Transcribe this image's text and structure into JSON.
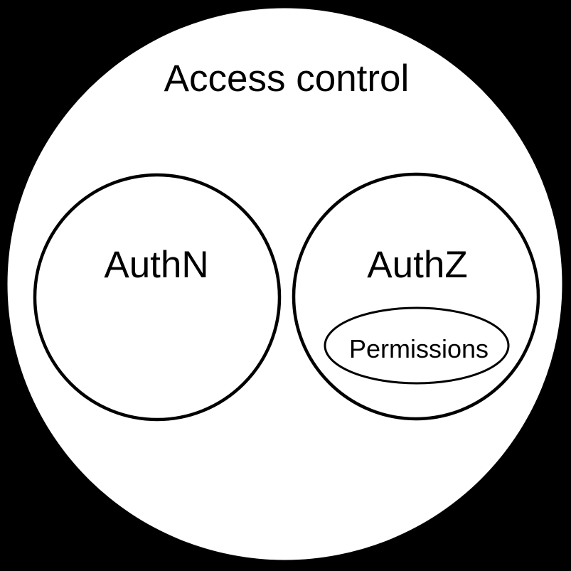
{
  "diagram": {
    "type": "euler-venn",
    "description": "Access control concepts: AuthN and AuthZ are disjoint subsets of Access control; Permissions is a subset of AuthZ",
    "colors": {
      "background": "#000000",
      "set_fill": "#ffffff",
      "set_stroke": "#000000"
    },
    "outer": {
      "label": "Access control"
    },
    "sets": {
      "authn": {
        "label": "AuthN"
      },
      "authz": {
        "label": "AuthZ"
      },
      "permissions": {
        "label": "Permissions",
        "parent": "AuthZ"
      }
    }
  }
}
